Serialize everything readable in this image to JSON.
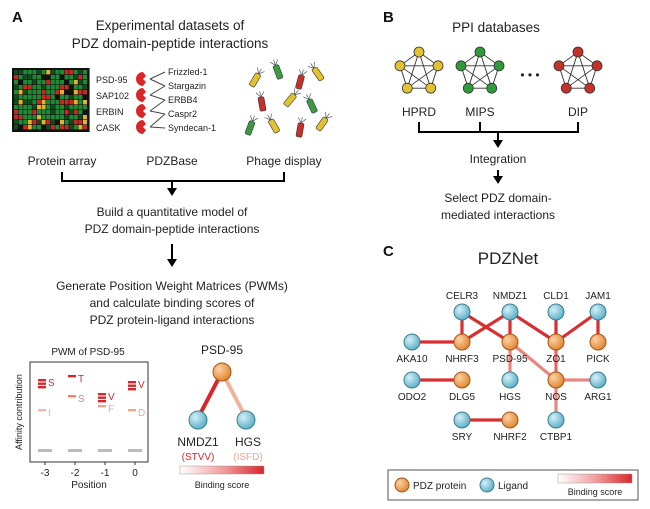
{
  "panel_a": {
    "label": "A",
    "title_line1": "Experimental datasets of",
    "title_line2": "PDZ domain-peptide interactions",
    "proteins": [
      "PSD-95",
      "SAP102",
      "ERBIN",
      "CASK"
    ],
    "ligands": [
      "Frizzled-1",
      "Stargazin",
      "ERBB4",
      "Caspr2",
      "Syndecan-1"
    ],
    "sources": [
      "Protein array",
      "PDZBase",
      "Phage display"
    ],
    "model_line1": "Build a quantitative model of",
    "model_line2": "PDZ domain-peptide interactions",
    "pwm_line1": "Generate Position Weight Matrices (PWMs)",
    "pwm_line2": "and calculate binding scores of",
    "pwm_line3": "PDZ protein-ligand interactions",
    "pwm_title": "PWM  of PSD-95",
    "ylabel": "Affinity contribution",
    "xlabel": "Position",
    "positions": [
      "-3",
      "-2",
      "-1",
      "0"
    ],
    "residues": [
      {
        "aa": "S",
        "pos": "-3",
        "color": "#d8262a"
      },
      {
        "aa": "I",
        "pos": "-3",
        "color": "#f0b7a8"
      },
      {
        "aa": "T",
        "pos": "-2",
        "color": "#d8262a"
      },
      {
        "aa": "S",
        "pos": "-2",
        "color": "#e8836e"
      },
      {
        "aa": "V",
        "pos": "-1",
        "color": "#d8262a"
      },
      {
        "aa": "F",
        "pos": "-1",
        "color": "#eea58f"
      },
      {
        "aa": "V",
        "pos": "0",
        "color": "#d8262a"
      },
      {
        "aa": "D",
        "pos": "0",
        "color": "#eea58f"
      }
    ],
    "mini_net": {
      "hub": "PSD-95",
      "left": "NMDZ1",
      "left_motif": "(STVV)",
      "right": "HGS",
      "right_motif": "(ISFD)"
    },
    "binding_score_label": "Binding score"
  },
  "panel_b": {
    "label": "B",
    "title": "PPI databases",
    "databases": [
      "HPRD",
      "MIPS",
      "DIP"
    ],
    "ellipsis": "• • •",
    "integration": "Integration",
    "select_line1": "Select PDZ domain-",
    "select_line2": "mediated interactions"
  },
  "panel_c": {
    "label": "C",
    "title": "PDZNet",
    "nodes": [
      {
        "id": "CELR3",
        "type": "ligand"
      },
      {
        "id": "NMDZ1",
        "type": "ligand"
      },
      {
        "id": "CLD1",
        "type": "ligand"
      },
      {
        "id": "JAM1",
        "type": "ligand"
      },
      {
        "id": "AKA10",
        "type": "ligand"
      },
      {
        "id": "NHRF3",
        "type": "pdz"
      },
      {
        "id": "PSD-95",
        "type": "pdz"
      },
      {
        "id": "ZO1",
        "type": "pdz"
      },
      {
        "id": "PICK",
        "type": "pdz"
      },
      {
        "id": "ODO2",
        "type": "ligand"
      },
      {
        "id": "DLG5",
        "type": "pdz"
      },
      {
        "id": "HGS",
        "type": "ligand"
      },
      {
        "id": "NOS",
        "type": "pdz"
      },
      {
        "id": "ARG1",
        "type": "ligand"
      },
      {
        "id": "SRY",
        "type": "ligand"
      },
      {
        "id": "NHRF2",
        "type": "pdz"
      },
      {
        "id": "CTBP1",
        "type": "ligand"
      }
    ],
    "edges": [
      {
        "a": "CELR3",
        "b": "NHRF3",
        "score": 0.95
      },
      {
        "a": "CELR3",
        "b": "PSD-95",
        "score": 0.95
      },
      {
        "a": "NMDZ1",
        "b": "NHRF3",
        "score": 0.95
      },
      {
        "a": "NMDZ1",
        "b": "PSD-95",
        "score": 0.95
      },
      {
        "a": "NMDZ1",
        "b": "ZO1",
        "score": 0.95
      },
      {
        "a": "CLD1",
        "b": "ZO1",
        "score": 0.95
      },
      {
        "a": "JAM1",
        "b": "ZO1",
        "score": 0.95
      },
      {
        "a": "JAM1",
        "b": "PICK",
        "score": 0.95
      },
      {
        "a": "AKA10",
        "b": "NHRF3",
        "score": 0.95
      },
      {
        "a": "PSD-95",
        "b": "HGS",
        "score": 0.35
      },
      {
        "a": "PSD-95",
        "b": "NOS",
        "score": 0.35
      },
      {
        "a": "ODO2",
        "b": "DLG5",
        "score": 0.95
      },
      {
        "a": "NOS",
        "b": "ZO1",
        "score": 0.55
      },
      {
        "a": "NOS",
        "b": "ARG1",
        "score": 0.35
      },
      {
        "a": "NOS",
        "b": "CTBP1",
        "score": 0.35
      },
      {
        "a": "SRY",
        "b": "NHRF2",
        "score": 0.95
      }
    ],
    "legend": {
      "pdz": "PDZ protein",
      "ligand": "Ligand",
      "score": "Binding score"
    }
  },
  "colors": {
    "pdz_fill": "#e8923a",
    "ligand_fill": "#7cc4d6",
    "edge_strong": "#d8262a",
    "edge_weak": "#f2b9ae",
    "heatmap_green": "#2e9a3c",
    "heatmap_red": "#d8262a"
  }
}
